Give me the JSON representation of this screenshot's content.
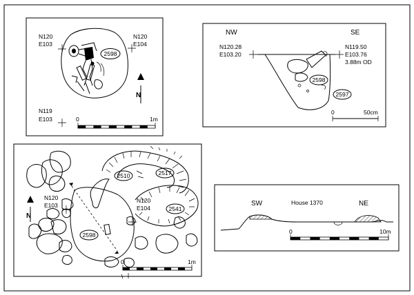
{
  "plan_burial": {
    "coord_nw": [
      "N120",
      "E103"
    ],
    "coord_ne": [
      "N120",
      "E104"
    ],
    "coord_sw": [
      "N119",
      "E103"
    ],
    "context": "2598",
    "north": "N",
    "scale_start": "0",
    "scale_end": "1m"
  },
  "section_grave": {
    "left_dir": "NW",
    "right_dir": "SE",
    "left_coord": [
      "N120.28",
      "E103.20"
    ],
    "right_coord": [
      "N119.50",
      "E103.76",
      "3.88m OD"
    ],
    "context_fill": "2598",
    "context_cut": "2597",
    "scale_start": "0",
    "scale_end": "50cm"
  },
  "plan_area": {
    "contexts": [
      "2510",
      "2517",
      "2541",
      "2598"
    ],
    "coord_w": [
      "N120",
      "E103"
    ],
    "coord_e": [
      "N120",
      "E104"
    ],
    "north": "N",
    "scale_start": "0",
    "scale_end": "1m"
  },
  "section_house": {
    "left_dir": "SW",
    "title": "House 1370",
    "right_dir": "NE",
    "scale_start": "0",
    "scale_end": "10m"
  }
}
